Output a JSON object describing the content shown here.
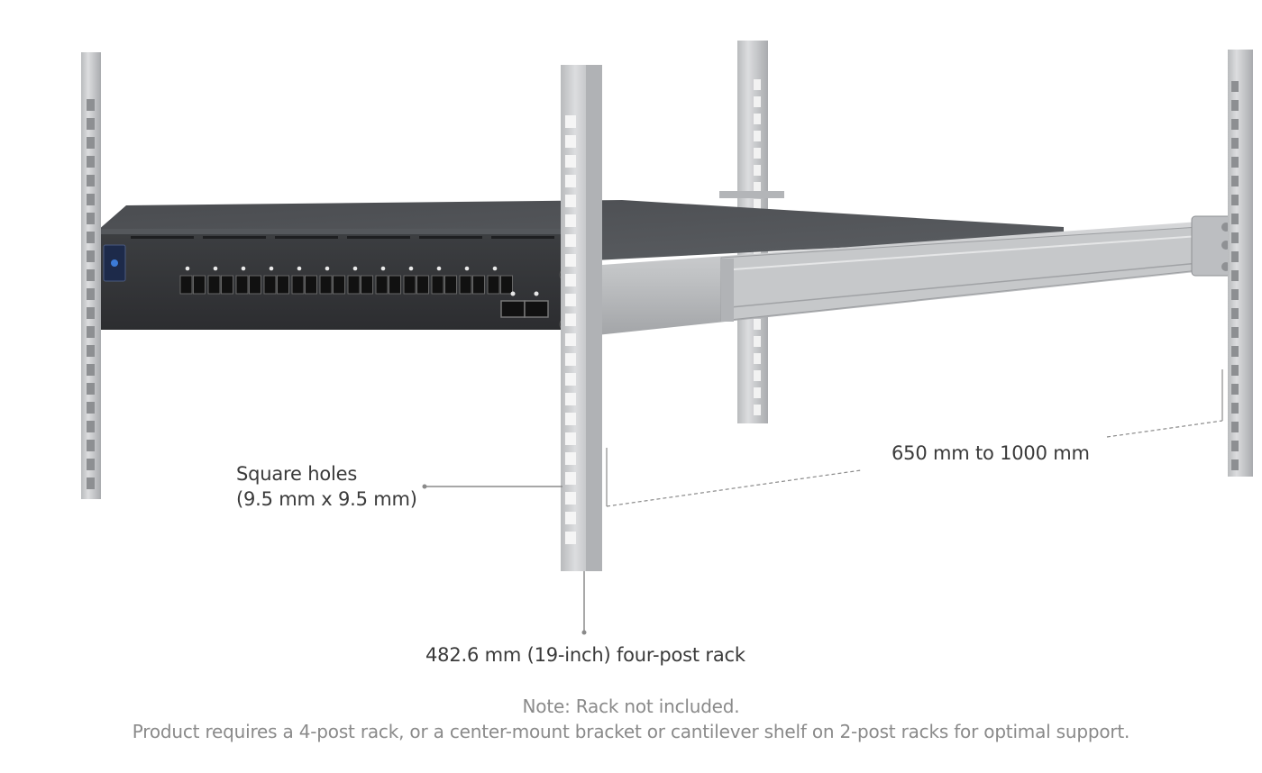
{
  "callouts": {
    "square_holes_line1": "Square holes",
    "square_holes_line2": "(9.5 mm x 9.5 mm)",
    "depth_range": "650 mm to 1000 mm",
    "rack_type": "482.6 mm (19-inch) four-post rack"
  },
  "footer": {
    "note": "Note: Rack not included.",
    "requirement": "Product requires a 4-post rack, or a center-mount bracket or cantilever shelf on 2-post racks for optimal support."
  },
  "colors": {
    "switch_body": "#3b3d40",
    "switch_top": "#54575b",
    "rail": "#c2c4c6",
    "post": "#c9cacc",
    "post_hole": "#8d8f92",
    "leader_line": "#8a8a8a",
    "text": "#3a3a3a",
    "note_text": "#8a8a8a"
  },
  "icons": {
    "status_display": "touch-display-icon",
    "sfp_ports": "sfp-port-icon"
  }
}
